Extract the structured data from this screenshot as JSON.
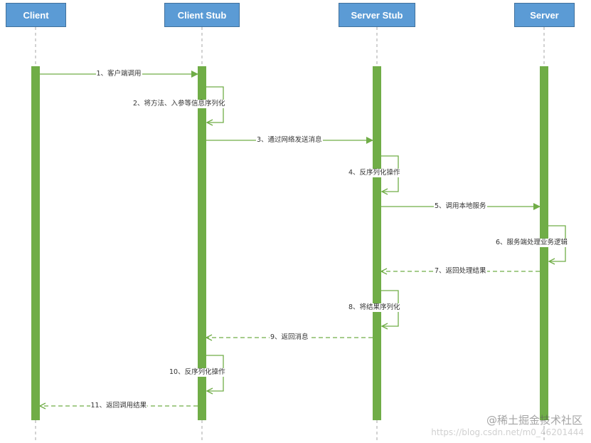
{
  "actors": [
    {
      "key": "client",
      "label": "Client"
    },
    {
      "key": "client_stub",
      "label": "Client Stub"
    },
    {
      "key": "server_stub",
      "label": "Server Stub"
    },
    {
      "key": "server",
      "label": "Server"
    }
  ],
  "messages": [
    {
      "label": "1、客户端调用",
      "from": "client",
      "to": "client_stub",
      "kind": "call"
    },
    {
      "label": "2、将方法、入参等信息序列化",
      "from": "client_stub",
      "to": "client_stub",
      "kind": "self"
    },
    {
      "label": "3、通过网络发送消息",
      "from": "client_stub",
      "to": "server_stub",
      "kind": "call"
    },
    {
      "label": "4、反序列化操作",
      "from": "server_stub",
      "to": "server_stub",
      "kind": "self"
    },
    {
      "label": "5、调用本地服务",
      "from": "server_stub",
      "to": "server",
      "kind": "call"
    },
    {
      "label": "6、服务端处理业务逻辑",
      "from": "server",
      "to": "server",
      "kind": "self"
    },
    {
      "label": "7、返回处理结果",
      "from": "server",
      "to": "server_stub",
      "kind": "return"
    },
    {
      "label": "8、将结果序列化",
      "from": "server_stub",
      "to": "server_stub",
      "kind": "self"
    },
    {
      "label": "9、返回消息",
      "from": "server_stub",
      "to": "client_stub",
      "kind": "return"
    },
    {
      "label": "10、反序列化操作",
      "from": "client_stub",
      "to": "client_stub",
      "kind": "self"
    },
    {
      "label": "11、返回调用结果",
      "from": "client_stub",
      "to": "client",
      "kind": "return"
    }
  ],
  "watermark": {
    "main": "@稀土掘金技术社区",
    "url": "https://blog.csdn.net/m0_46201444"
  },
  "colors": {
    "actor_fill": "#5b9bd5",
    "actor_border": "#41719c",
    "activation": "#70ad47",
    "arrow": "#70ad47",
    "lifeline": "#a6a6a6"
  }
}
